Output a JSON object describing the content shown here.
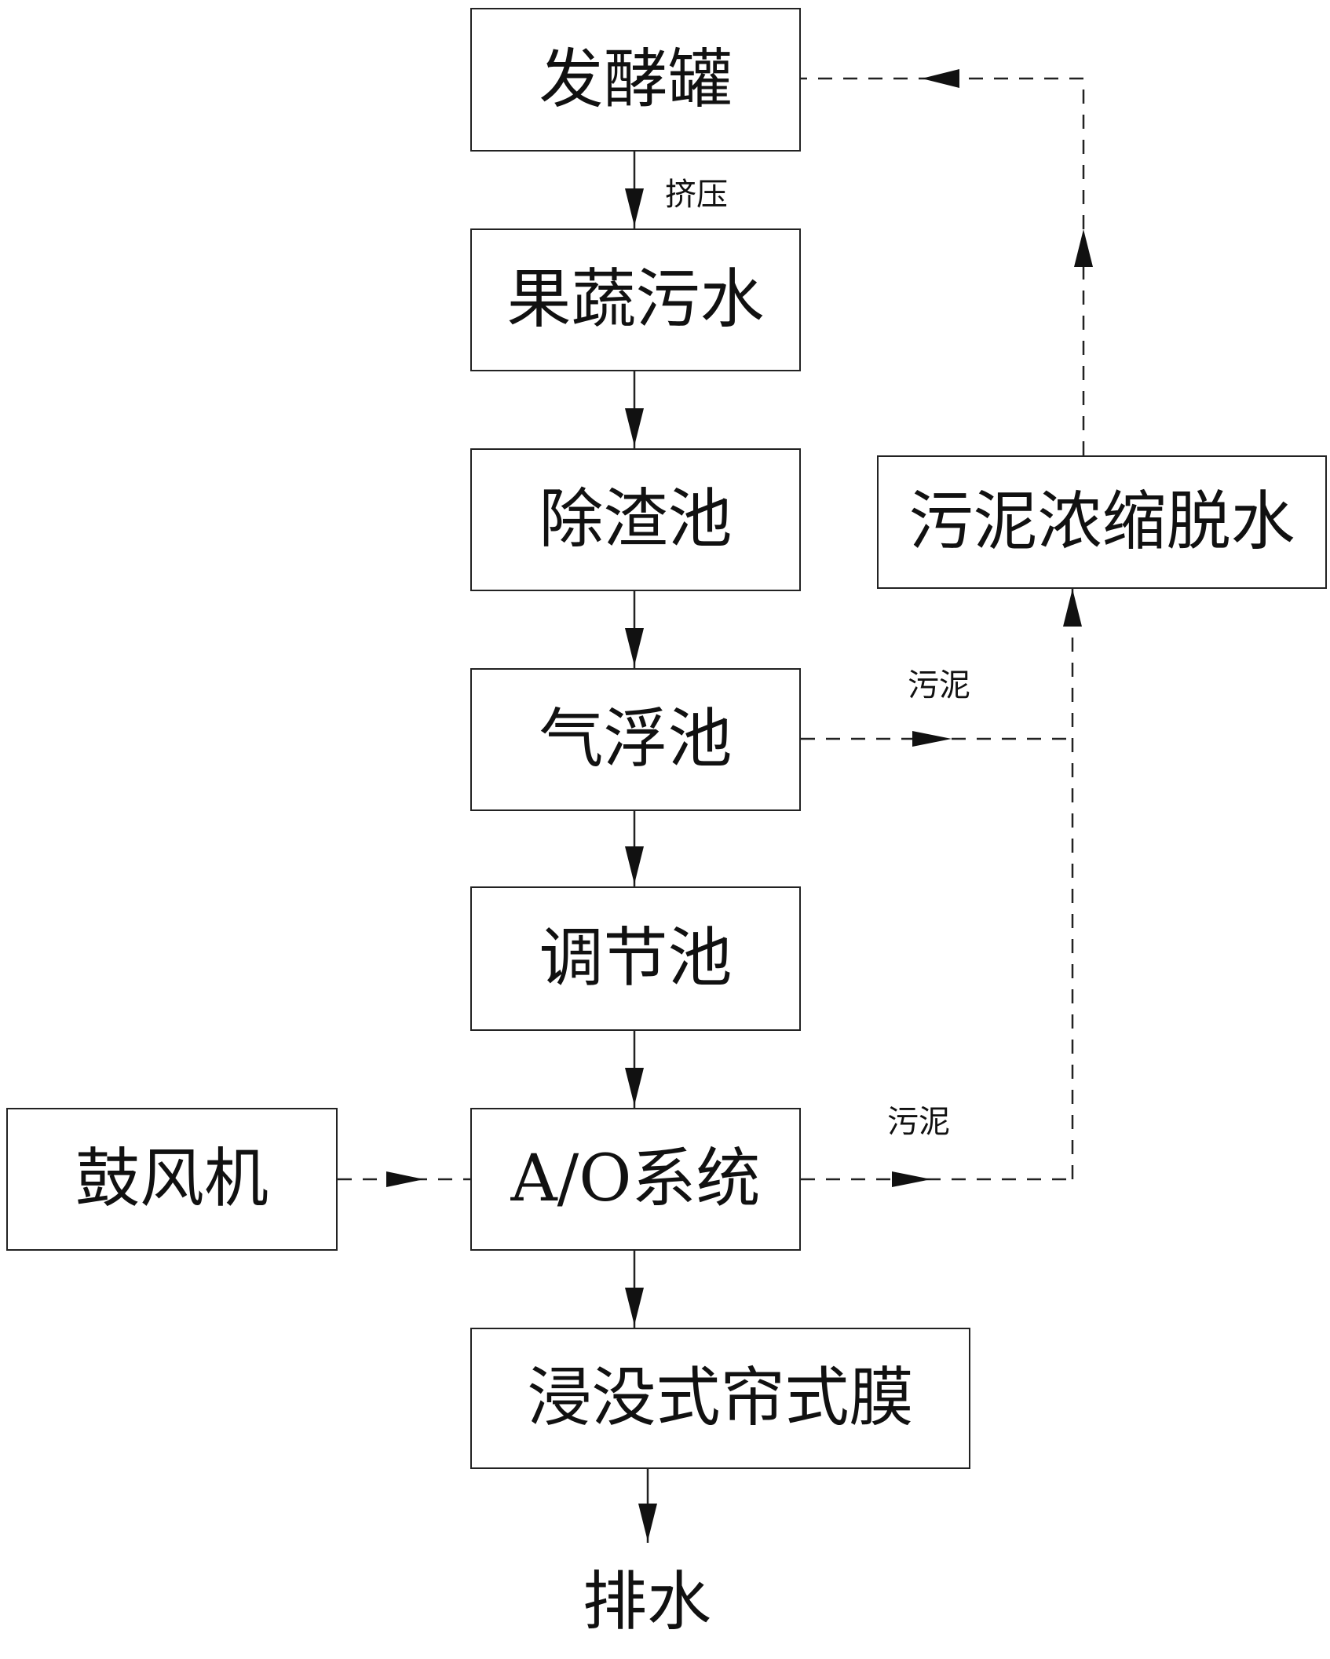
{
  "diagram": {
    "nodes": {
      "fermentation_tank": "发酵罐",
      "fruit_veg_wastewater": "果蔬污水",
      "slag_removal_tank": "除渣池",
      "air_flotation_tank": "气浮池",
      "regulating_tank": "调节池",
      "ao_system": "A/O系统",
      "immersed_curtain_membrane": "浸没式帘式膜",
      "blower": "鼓风机",
      "sludge_thickening_dewatering": "污泥浓缩脱水"
    },
    "outlet": "排水",
    "edge_labels": {
      "squeeze": "挤压",
      "sludge_from_flotation": "污泥",
      "sludge_from_ao": "污泥"
    }
  }
}
